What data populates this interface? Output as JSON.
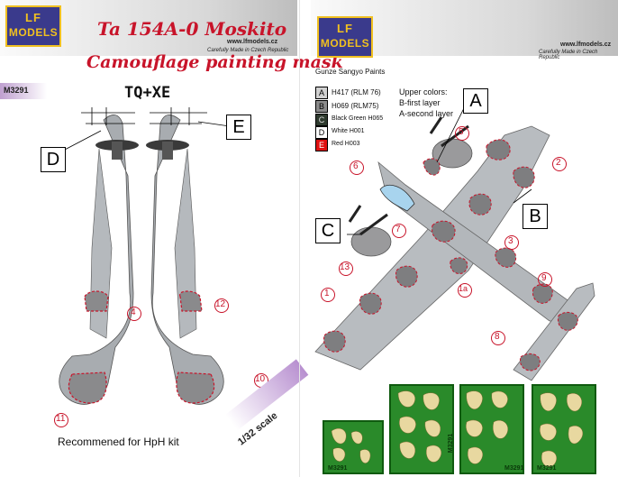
{
  "left": {
    "logo_top": "LF",
    "logo_bottom": "MODELS",
    "title_line1": "Ta 154A-0 Moskito",
    "title_line2": "Camouflage painting mask",
    "url": "www.lfmodels.cz",
    "tagline": "Carefully Made in Czech Republic",
    "code": "M3291",
    "registration": "TQ+XE",
    "view_d": "D",
    "view_e": "E",
    "num4": "4",
    "num12": "12",
    "num10": "10",
    "num11": "11",
    "kit_note": "Recommened for HpH kit",
    "scale": "1/32 scale"
  },
  "right": {
    "logo_top": "LF",
    "logo_bottom": "MODELS",
    "url": "www.lfmodels.cz",
    "tagline": "Carefully Made in Czech Republic",
    "paints_title": "Gunze Sangyo Paints",
    "legend": [
      {
        "key": "A",
        "label": "H417 (RLM 76)",
        "color": "#d0d0d0"
      },
      {
        "key": "B",
        "label": "H069 (RLM75)",
        "color": "#8a8a8a"
      },
      {
        "key": "C",
        "label": "Black Green H065",
        "color": "#2e3a2e"
      },
      {
        "key": "D",
        "label": "White H001",
        "color": "#ffffff"
      },
      {
        "key": "E",
        "label": "Red H003",
        "color": "#e01010"
      }
    ],
    "upper_colors": "Upper colors:",
    "b_layer": "B-first layer",
    "a_layer": "A-second layer",
    "view_a": "A",
    "view_b": "B",
    "view_c": "C",
    "nums": {
      "n1": "1",
      "n1a": "1a",
      "n2": "2",
      "n3": "3",
      "n5": "5",
      "n6": "6",
      "n7": "7",
      "n8": "8",
      "n9": "9",
      "n13": "13"
    },
    "mask_codes": [
      "M3291",
      "M3291",
      "M3291",
      "M3291"
    ]
  },
  "colors": {
    "red": "#c8142a",
    "rlm76": "#b8bcc0",
    "rlm75": "#7e7e80",
    "green": "#2a8a2a"
  }
}
